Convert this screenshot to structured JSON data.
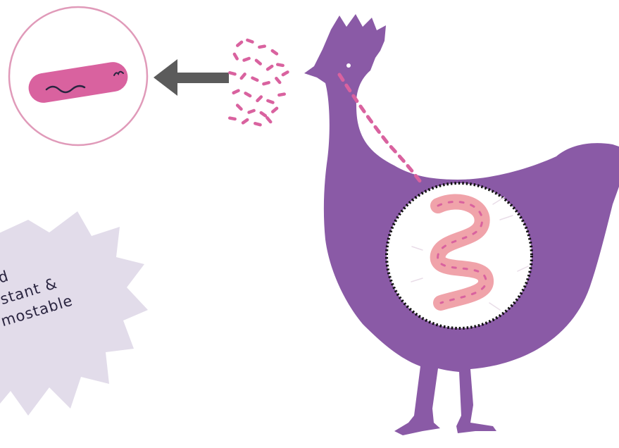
{
  "colors": {
    "chicken": "#8a5aa6",
    "bacterium": "#d9629f",
    "intestine": "#f0a3aa",
    "arrow": "#5b5b5b",
    "badge": "#e2dcea",
    "circle_outline": "#e09ab9"
  },
  "badge": {
    "lines": [
      "nd",
      "stant &",
      "mostable"
    ]
  },
  "icons": [
    "bacterium-icon",
    "arrow-left-icon",
    "bacteria-cluster-icon",
    "chicken-silhouette",
    "intestine-icon"
  ]
}
